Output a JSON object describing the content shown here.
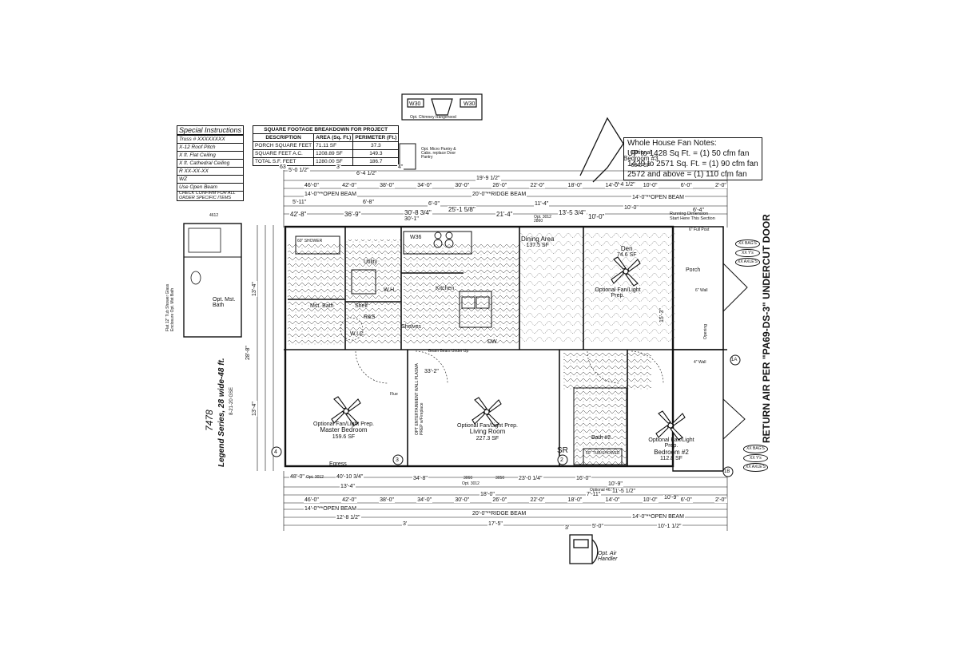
{
  "special_instructions": {
    "title": "Special Instructions",
    "rows": [
      "Truss # XXXXXXXX",
      "X-12 Roof Pitch",
      "X ft. Flat Ceiling",
      "X ft. Cathedral Ceiling",
      "R XX-XX-XX",
      "WZ",
      "Use Open Beam",
      "CHECK CONFIRM FOR ALL ORDER SPECIFIC ITEMS"
    ]
  },
  "sqft_table": {
    "title": "SQUARE FOOTAGE BREAKDOWN FOR PROJECT",
    "headers": [
      "DESCRIPTION",
      "AREA (Sq. Ft.)",
      "PERIMETER (Ft.)"
    ],
    "rows": [
      [
        "PORCH SQUARE FEET",
        "71.11 SF",
        "37.3"
      ],
      [
        "SQUARE FEET A.C.",
        "1208.89 SF",
        "149.3"
      ],
      [
        "TOTAL S.F. FEET",
        "1280.00 SF",
        "186.7"
      ]
    ]
  },
  "fan_notes": {
    "title": "Whole House Fan Notes:",
    "lines": [
      "UP to 1428 Sq Ft. = (1) 50 cfm fan",
      "1429 to 2571 Sq. Ft. = (1) 90 cfm fan",
      "2572 and above = (1) 110 cfm fan"
    ]
  },
  "title_block": {
    "model": "7478",
    "series": "Legend Series, 28 wide-48 ft.",
    "date": "8-21-20 GSE"
  },
  "return_air_note": "RETURN AIR PER \"PA69-DS-3\" UNDERCUT DOOR",
  "rooms": {
    "master": {
      "prep": "Optional Fan/Light Prep.",
      "name": "Master Bedroom",
      "area": "159.6 SF"
    },
    "living": {
      "prep": "Optional Fan/Light Prep.",
      "name": "Living Room",
      "area": "227.3 SF"
    },
    "bedroom2": {
      "prep": "Optional Fan/Light Prep.",
      "name": "Bedroom #2",
      "area": "112.8 SF"
    },
    "dining": {
      "name": "Dining Area",
      "area": "137.5 SF"
    },
    "den": {
      "name": "Den",
      "area": "74.6 SF"
    },
    "den_prep": "Optional Fan/Light Prep.",
    "bedroom3": {
      "prep": "Optional",
      "name": "Bedroom #3",
      "area": "63.6 SF"
    },
    "kitchen": "Kitchen",
    "utility": "Utility",
    "bath2": "Bath #2",
    "mst_bath": "Mst. Bath",
    "wic": "W.I.C.",
    "opt_bath": "Opt. Mst. Bath",
    "porch": "Porch"
  },
  "labels": {
    "ridge_beam": "20'-0\"**RIDGE BEAM",
    "open_beam_left": "14'-0\"**OPEN BEAM",
    "open_beam_right": "14'-0\"**OPEN BEAM",
    "chimney": "Opt. Chimney Rangehood",
    "micro": "Opt. Micro Pantry & Cabs. replace Door Pantry",
    "air_handler": "Opt. Air Handler",
    "egress": "Egress",
    "sr": "SR",
    "running_dim": "Running Dimension Start Here This Section",
    "fan_note_small": "6\" Full Post",
    "shelf": "Shelf",
    "shelves": "Shelves",
    "wh": "W.H.",
    "w36": "W36",
    "w30a": "W30",
    "w30b": "W30",
    "dw": "DW",
    "rb": "R&S",
    "shower": "60\" SHOWER",
    "tub": "60\" TUB/SHOWER",
    "opt3012_a": "Opt. 3012",
    "opt3012_b": "Opt. 3012",
    "d3060": "3060",
    "d3050": "3050",
    "opt4612": "Optional 4612",
    "d4612": "4612",
    "flue": "Flue",
    "plasma_prep": "OPT ENTERTAINMENT WALL PLASMA PREP w/Fireplace",
    "flat_note": "Flat 12\" Tub Shower Glass Enclosure Opt. Mst Bath",
    "wall_note": "Beam Bears Under Up",
    "range": "Opt. 3012 2860",
    "wall_6": "6\" Wall",
    "wall_4": "4\" Wall",
    "opening": "Opening",
    "xx_bags": "XX BAG'S",
    "xx_bags2": "XX BAG'S",
    "xx_ysf": "XX Y's",
    "xx_ysf2": "XX Y's",
    "xx_axle": "XX AXLE'S",
    "xx_axle2": "XX AXLE'S",
    "mark_4": "4",
    "mark_3": "3",
    "mark_2": "2",
    "mark_1b": "1B",
    "mark_1a": "1A"
  },
  "top_dims": {
    "row1": [
      "5'-0 1/2\"",
      "3'",
      "6'-4 1/2\""
    ],
    "row1b": "19'-9 1/2\"",
    "row2": [
      "46'-0\"",
      "42'-0\"",
      "38'-0\"",
      "34'-0\"",
      "30'-0\"",
      "26'-0\"",
      "22'-0\"",
      "18'-0\"",
      "14'-0\"",
      "10'-0\"",
      "6'-0\"",
      "2'-0\""
    ],
    "row2_right": "9'-4 1/2\"",
    "row3": [
      "5'-11\"",
      "6'-8\"",
      "6'-0\"",
      "11'-4\"",
      "10'-0\"",
      "6'-4\""
    ],
    "row4": [
      "42'-8\"",
      "36'-9\"",
      "30'-8 3/4\"",
      "25'-1 5/8\"",
      "21'-4\"",
      "13'-5 3/4\"",
      "10'-0\""
    ],
    "row4b": "30'-1\"",
    "d63": "63",
    "d4": "4\""
  },
  "bottom_dims": {
    "row1": [
      "48'-0\"",
      "40'-10 3/4\"",
      "34'-8\"",
      "23'-0 1/4\"",
      "16'-0\"",
      "10'-9\""
    ],
    "row1b": [
      "13'-4\"",
      "18'-0\"",
      "7'-11\"",
      "11'-5 1/2\"",
      "10'-9\""
    ],
    "row2": [
      "46'-0\"",
      "42'-0\"",
      "38'-0\"",
      "34'-0\"",
      "30'-0\"",
      "26'-0\"",
      "22'-0\"",
      "18'-0\"",
      "14'-0\"",
      "10'-0\"",
      "6'-0\"",
      "2'-0\""
    ],
    "row3": [
      "12'-8 1/2\"",
      "3'",
      "17'-5\"",
      "3'",
      "5'-0\"",
      "10'-1 1/2\""
    ],
    "d33_2": "33'-2\"",
    "side_left": [
      "13'-4\"",
      "28'-8\"",
      "13'-4\""
    ],
    "side_right": [
      "15'-3\""
    ]
  }
}
